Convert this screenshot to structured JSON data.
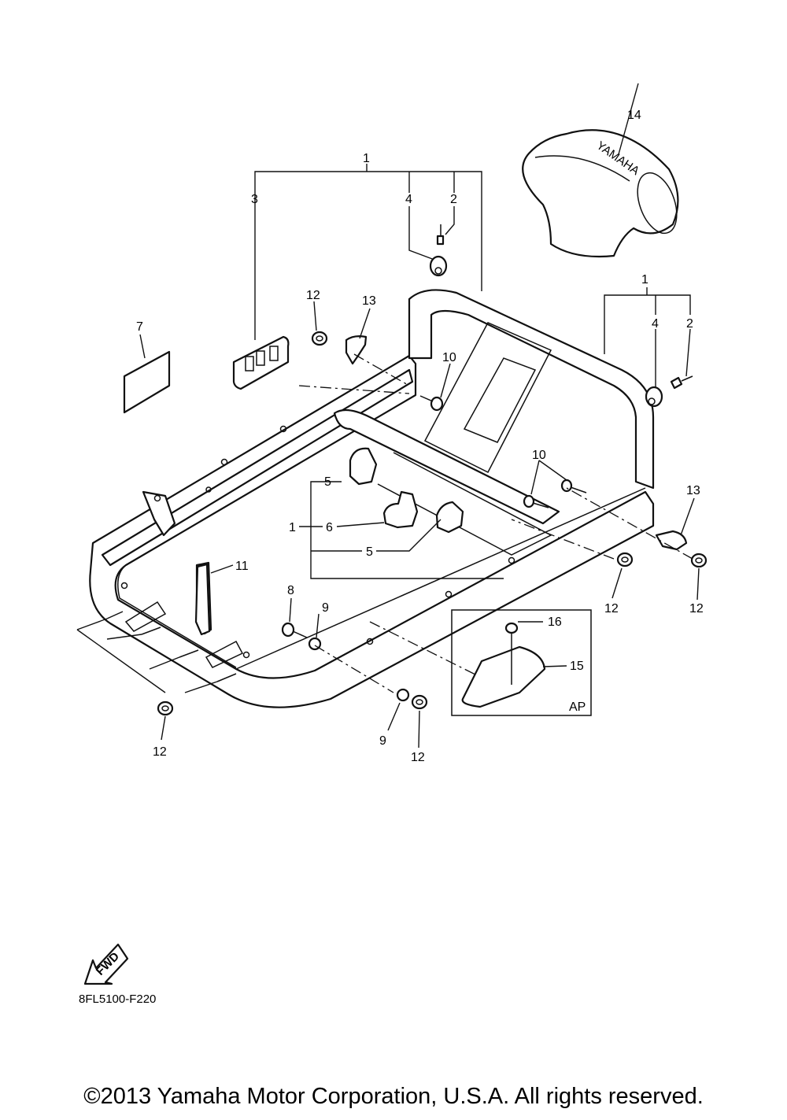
{
  "callouts": {
    "c1_top": "1",
    "c2_top": "2",
    "c3": "3",
    "c4_top": "4",
    "c1_right": "1",
    "c2_right": "2",
    "c4_right": "4",
    "c5_upper": "5",
    "c5_lower": "5",
    "c6": "6",
    "c1_left": "1",
    "c7": "7",
    "c8": "8",
    "c9_left": "9",
    "c9_bottom": "9",
    "c10_upper": "10",
    "c10_lower": "10",
    "c11": "11",
    "c12_topleft": "12",
    "c12_right_a": "12",
    "c12_right_b": "12",
    "c12_bottom_left": "12",
    "c12_bottom_mid": "12",
    "c13_left": "13",
    "c13_right": "13",
    "c14": "14",
    "c15": "15",
    "c16": "16"
  },
  "inset_label": "AP",
  "cover_logo": "YAMAHA",
  "fwd_label": "FWD",
  "diagram_code": "8FL5100-F220",
  "copyright": "©2013 Yamaha Motor Corporation, U.S.A. All rights reserved."
}
